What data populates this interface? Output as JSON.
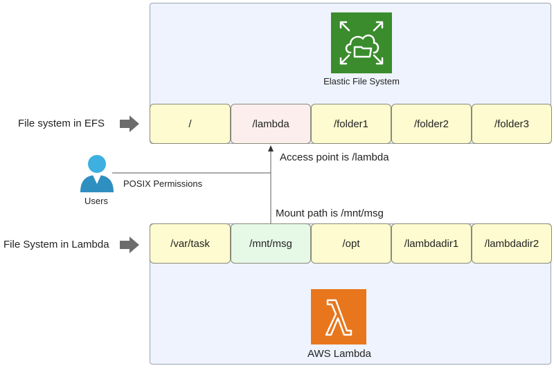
{
  "efs": {
    "service_label": "Elastic File System",
    "row_label": "File system in EFS",
    "folders": [
      "/",
      "/lambda",
      "/folder1",
      "/folder2",
      "/folder3"
    ],
    "icon": "efs-cloud-folder-icon",
    "icon_color": "#3a8c2c"
  },
  "lambda": {
    "service_label": "AWS Lambda",
    "row_label": "File System in Lambda",
    "folders": [
      "/var/task",
      "/mnt/msg",
      "/opt",
      "/lambdadir1",
      "/lambdadir2"
    ],
    "icon": "lambda-icon",
    "icon_color": "#e8761c"
  },
  "connections": {
    "access_point_label": "Access point is /lambda",
    "mount_path_label": "Mount path is /mnt/msg",
    "permissions_label": "POSIX Permissions"
  },
  "users": {
    "label": "Users",
    "icon": "user-icon",
    "icon_color": "#3db0e0"
  },
  "colors": {
    "panel_bg": "#eef3fd",
    "cell_default": "#fdfbcf",
    "cell_efs_highlight": "#fdeeee",
    "cell_lambda_highlight": "#e6f8e6"
  }
}
